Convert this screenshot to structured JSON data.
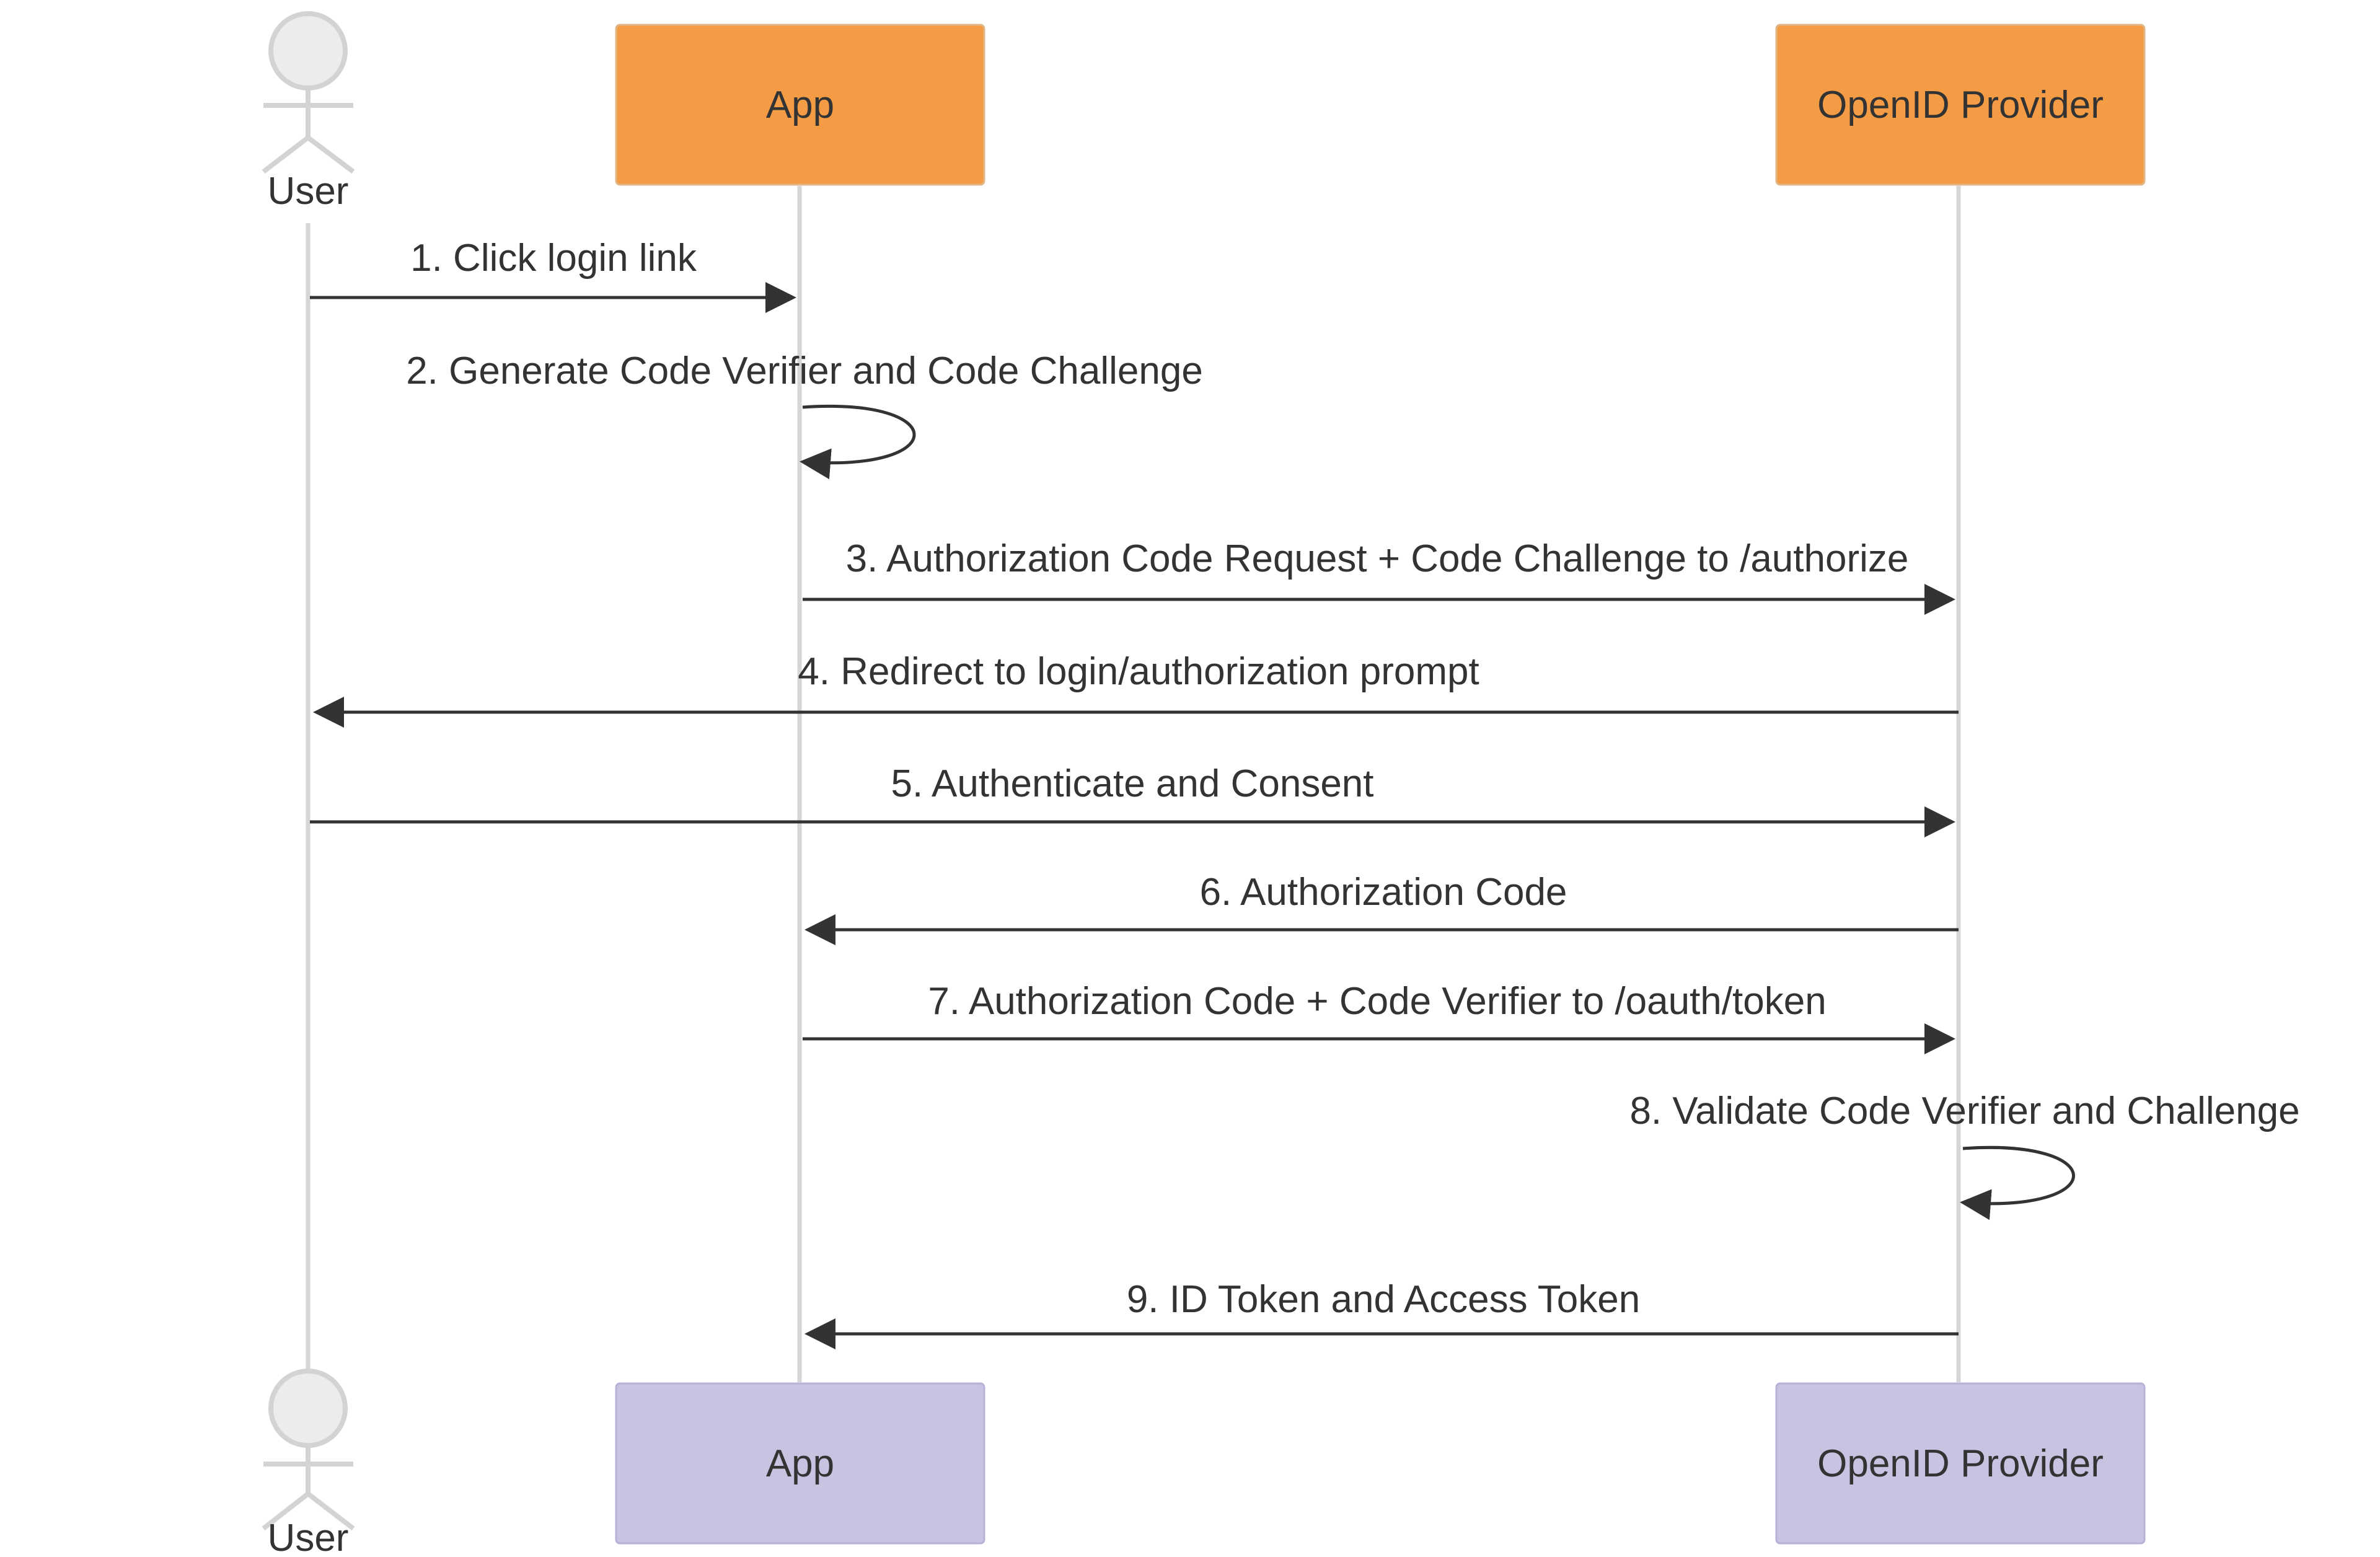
{
  "participants": {
    "user": {
      "label": "User",
      "kind": "actor"
    },
    "app": {
      "label": "App",
      "kind": "box"
    },
    "provider": {
      "label": "OpenID Provider",
      "kind": "box"
    }
  },
  "colors": {
    "participant_top": "#f39c45",
    "participant_bottom": "#c9c3e2",
    "lifeline": "#d6d6d6",
    "arrow": "#333333",
    "text": "#333333"
  },
  "messages": [
    {
      "from": "user",
      "to": "app",
      "text": "1. Click login link"
    },
    {
      "from": "app",
      "to": "app",
      "text": "2. Generate Code Verifier and Code Challenge"
    },
    {
      "from": "app",
      "to": "provider",
      "text": "3. Authorization Code Request + Code Challenge to /authorize"
    },
    {
      "from": "provider",
      "to": "user",
      "text": "4. Redirect to login/authorization prompt"
    },
    {
      "from": "user",
      "to": "provider",
      "text": "5. Authenticate and Consent"
    },
    {
      "from": "provider",
      "to": "app",
      "text": "6. Authorization Code"
    },
    {
      "from": "app",
      "to": "provider",
      "text": "7. Authorization Code + Code Verifier to /oauth/token"
    },
    {
      "from": "provider",
      "to": "provider",
      "text": "8. Validate Code Verifier and Challenge"
    },
    {
      "from": "provider",
      "to": "app",
      "text": "9. ID Token and Access Token"
    }
  ]
}
